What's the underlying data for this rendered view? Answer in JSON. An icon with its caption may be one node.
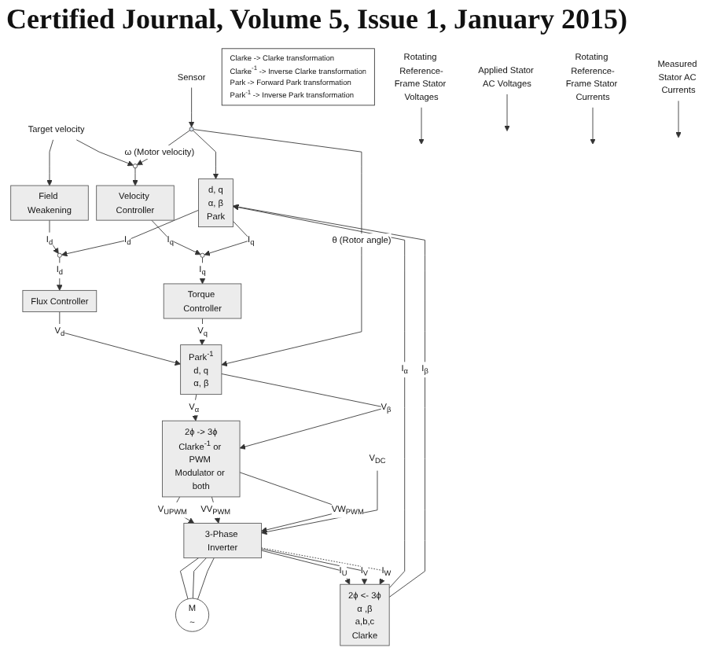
{
  "diagram": {
    "nodes": [
      {
        "text": [
          "Clarke -> Clarke transformation",
          "Clarke$^{-1}$ -> Inverse Clarke transformation",
          "Park -> Forward Park transformation",
          "Park$^{-1}$ -> Inverse Park transformation"
        ]
      },
      {
        "text": [
          "Rotating Reference-Frame Stator Voltages"
        ]
      },
      {
        "text": [
          "Applied Stator AC Voltages"
        ]
      },
      {
        "text": [
          "V$_{DC}$"
        ]
      },
      {
        "text": [
          "Field Weakening"
        ]
      },
      {
        "text": [],
        "shape": "circle"
      },
      {
        "text": [
          "Flux Controller"
        ]
      },
      {
        "text": [
          "Park$^{-1}$",
          "d, q",
          "α, β"
        ]
      },
      {
        "text": [
          "2ϕ -> 3ϕ",
          "Clarke$^{-1}$ or PWM Modulator or both"
        ]
      },
      {
        "text": [
          "3-Phase Inverter"
        ]
      },
      {
        "text": [
          "Target velocity"
        ]
      },
      {
        "text": [],
        "shape": "circle"
      },
      {
        "text": [
          "Velocity Controller"
        ]
      },
      {
        "text": [],
        "shape": "circle"
      },
      {
        "text": [
          "Torque Controller"
        ]
      },
      {
        "text": [
          "d, q",
          "α, β",
          "Park"
        ]
      },
      {
        "text": [
          "2ϕ <- 3ϕ",
          "α ,β",
          "a,b,c",
          "Clarke"
        ]
      },
      {
        "text": [
          "M",
          "~"
        ]
      },
      {
        "text": [
          "Rotating Reference-Frame Stator Currents"
        ]
      },
      {
        "text": [],
        "shape": "circle"
      },
      {
        "text": [
          "Measured Stator AC Currents"
        ]
      },
      {
        "text": [
          "Sensor"
        ]
      }
    ],
    "edges": [
      {
        "from": 10,
        "to": 4,
        "arrow": "to"
      },
      {
        "from": 10,
        "to": 11,
        "arrow": "to"
      },
      {
        "from": 11,
        "to": 12,
        "arrow": "to"
      },
      {
        "from": 4,
        "to": 5,
        "arrow": "to",
        "label": "I$_{d}$"
      },
      {
        "from": 12,
        "to": 13,
        "arrow": "to",
        "label": "I$_{q}$"
      },
      {
        "from": 5,
        "to": 6,
        "arrow": "to",
        "label": "I$_{d}$"
      },
      {
        "from": 13,
        "to": 14,
        "arrow": "to",
        "label": "I$_{q}$"
      },
      {
        "from": 6,
        "to": 7,
        "arrow": "to",
        "label": "V$_{d}$"
      },
      {
        "from": 14,
        "to": 7,
        "arrow": "to",
        "label": "V$_{q}$"
      },
      {
        "from": 7,
        "to": 8,
        "arrow": "to",
        "label": "V$_{α}$"
      },
      {
        "from": 7,
        "to": 8,
        "arrow": "to",
        "label": "V$_{β}$"
      },
      {
        "from": 8,
        "to": 9,
        "arrow": "to",
        "label": "V$_{UPWM}$"
      },
      {
        "from": 8,
        "to": 9,
        "arrow": "to",
        "label": "VV$_{PWM}$"
      },
      {
        "from": 8,
        "to": 9,
        "arrow": "to",
        "label": "VW$_{PWM}$"
      },
      {
        "from": 3,
        "to": 9,
        "arrow": "to"
      },
      {
        "from": 9,
        "to": 17,
        "arrow": "none"
      },
      {
        "from": 9,
        "to": 17,
        "arrow": "none"
      },
      {
        "from": 9,
        "to": 17,
        "arrow": "none"
      },
      {
        "from": 9,
        "to": 16,
        "arrow": "to",
        "label": "I$_{U}$"
      },
      {
        "from": 9,
        "to": 16,
        "arrow": "to",
        "label": "I$_{V}$"
      },
      {
        "from": 9,
        "to": 16,
        "arrow": "to",
        "label": "I$_{W}$",
        "style": "dashed"
      },
      {
        "from": 16,
        "to": 15,
        "arrow": "to",
        "label": "I$_{α}$"
      },
      {
        "from": 16,
        "to": 15,
        "arrow": "to",
        "label": "I$_{β}$"
      },
      {
        "from": 15,
        "to": 5,
        "arrow": "to",
        "label": "I$_{d}$"
      },
      {
        "from": 15,
        "to": 13,
        "arrow": "to",
        "label": "I$_{q}$"
      },
      {
        "from": 19,
        "to": 7,
        "arrow": "to",
        "label": "θ (Rotor angle)"
      },
      {
        "from": 19,
        "to": 15,
        "arrow": "to"
      },
      {
        "from": 19,
        "to": 11,
        "arrow": "to",
        "label": "ω (Motor velocity)"
      },
      {
        "from": 1,
        "to": null,
        "arrow": "to"
      },
      {
        "from": 2,
        "to": null,
        "arrow": "to"
      },
      {
        "from": 18,
        "to": null,
        "arrow": "to"
      },
      {
        "from": 20,
        "to": null,
        "arrow": "to"
      },
      {
        "from": 21,
        "to": 19,
        "arrow": "to"
      }
    ],
    "labels": [
      "Certified Journal, Volume 5, Issue 1, January 2015)"
    ]
  }
}
